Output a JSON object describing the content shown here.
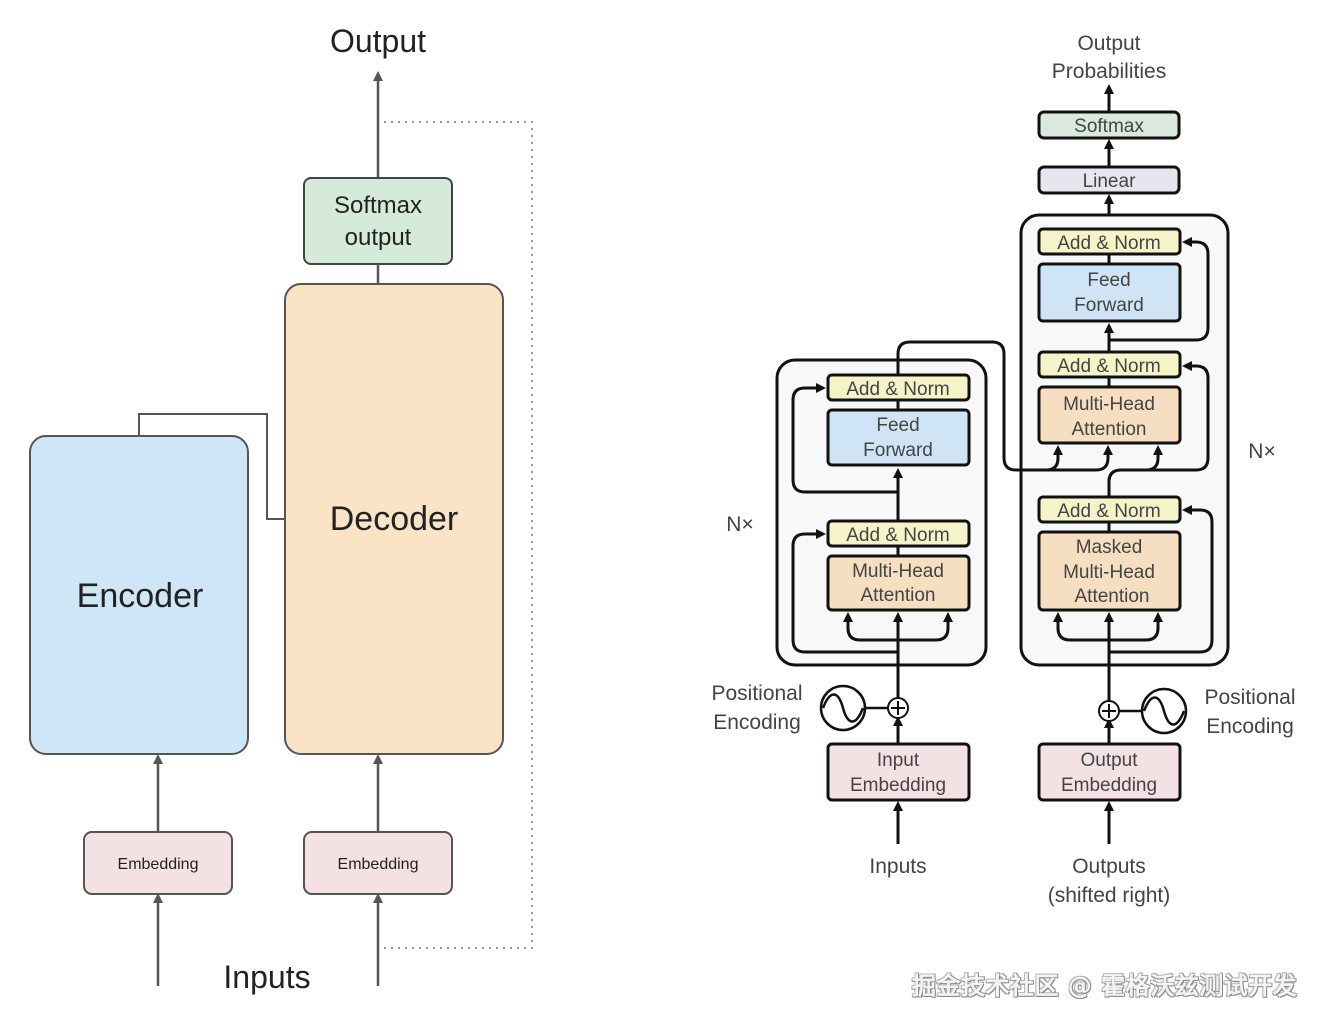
{
  "colors": {
    "encoder_fill": "#cfe6f7",
    "decoder_fill": "#fbe3c5",
    "softmax_fill": "#d5ead9",
    "embedding_fill": "#f3e1e3",
    "add_norm_fill": "#f5f4c8",
    "feed_forward_fill": "#cfe5f5",
    "attention_fill": "#f6dfc0",
    "linear_fill": "#e6e7ee",
    "softmax_right_fill": "#d9e9dd",
    "line": "#555555",
    "line_dark": "#111111"
  },
  "left_diagram": {
    "output_label": "Output",
    "softmax_label_line1": "Softmax",
    "softmax_label_line2": "output",
    "encoder_label": "Encoder",
    "decoder_label": "Decoder",
    "encoder_embedding_label": "Embedding",
    "decoder_embedding_label": "Embedding",
    "inputs_label": "Inputs"
  },
  "right_diagram": {
    "output_probabilities_line1": "Output",
    "output_probabilities_line2": "Probabilities",
    "softmax_label": "Softmax",
    "linear_label": "Linear",
    "encoder": {
      "nx_label": "N×",
      "add_norm_top": "Add & Norm",
      "feed_forward_line1": "Feed",
      "feed_forward_line2": "Forward",
      "add_norm_bottom": "Add & Norm",
      "attention_line1": "Multi-Head",
      "attention_line2": "Attention",
      "positional_line1": "Positional",
      "positional_line2": "Encoding",
      "embedding_line1": "Input",
      "embedding_line2": "Embedding",
      "inputs_label": "Inputs"
    },
    "decoder": {
      "nx_label": "N×",
      "add_norm_top": "Add & Norm",
      "feed_forward_line1": "Feed",
      "feed_forward_line2": "Forward",
      "add_norm_middle": "Add & Norm",
      "attention_line1": "Multi-Head",
      "attention_line2": "Attention",
      "add_norm_bottom": "Add & Norm",
      "masked_line1": "Masked",
      "masked_line2": "Multi-Head",
      "masked_line3": "Attention",
      "positional_line1": "Positional",
      "positional_line2": "Encoding",
      "embedding_line1": "Output",
      "embedding_line2": "Embedding",
      "outputs_line1": "Outputs",
      "outputs_line2": "(shifted right)"
    }
  },
  "watermark": "掘金技术社区 @ 霍格沃兹测试开发"
}
